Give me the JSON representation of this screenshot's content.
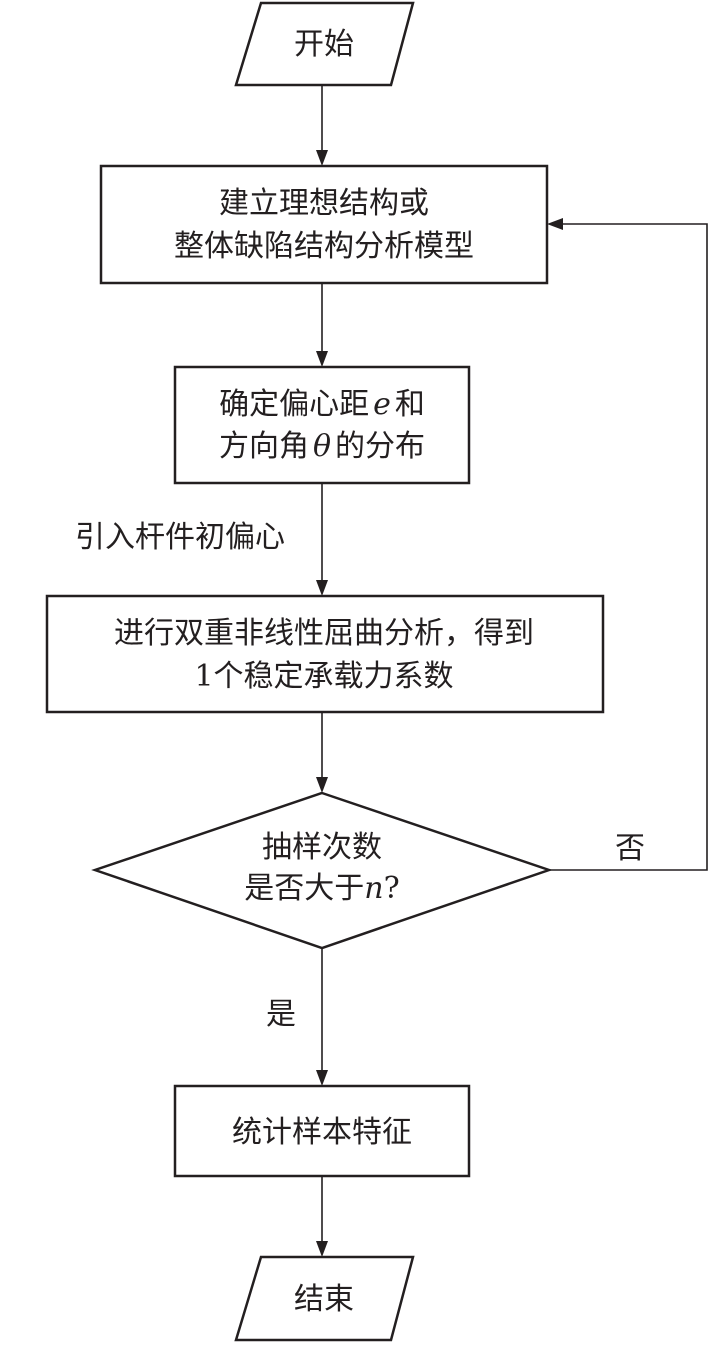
{
  "nodes": {
    "start": "开始",
    "build_model": {
      "line1": "建立理想结构或",
      "line2": "整体缺陷结构分析模型"
    },
    "determine": {
      "line1_a": "确定偏心距",
      "var_e": "e",
      "line1_b": "和",
      "line2_a": "方向角",
      "var_theta": "θ",
      "line2_b": "的分布"
    },
    "analysis": {
      "line1": "进行双重非线性屈曲分析，得到",
      "line2": "1个稳定承载力系数"
    },
    "decision": {
      "line1": "抽样次数",
      "line2_a": "是否大于",
      "var_n": "n",
      "line2_b": "?"
    },
    "stats": "统计样本特征",
    "end": "结束"
  },
  "edge_labels": {
    "introduce": "引入杆件初偏心",
    "no": "否",
    "yes": "是"
  }
}
